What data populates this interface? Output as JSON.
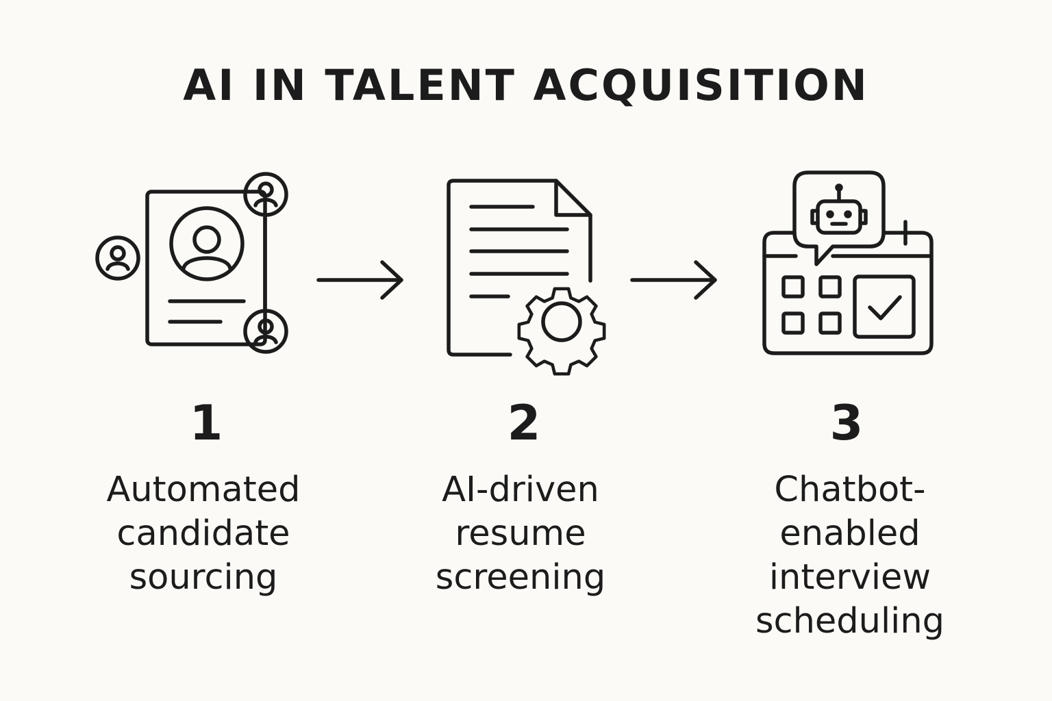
{
  "title": "AI IN TALENT ACQUISITION",
  "steps": [
    {
      "number": "1",
      "label_lines": [
        "Automated",
        "candidate",
        "sourcing"
      ],
      "icon": "candidate-sourcing-icon"
    },
    {
      "number": "2",
      "label_lines": [
        "AI-driven",
        "resume",
        "screening"
      ],
      "icon": "resume-screening-icon"
    },
    {
      "number": "3",
      "label_lines": [
        "Chatbot-enabled",
        "interview",
        "scheduling"
      ],
      "icon": "interview-scheduling-icon"
    }
  ],
  "colors": {
    "background": "#fbfaf6",
    "ink": "#1c1c1c"
  }
}
